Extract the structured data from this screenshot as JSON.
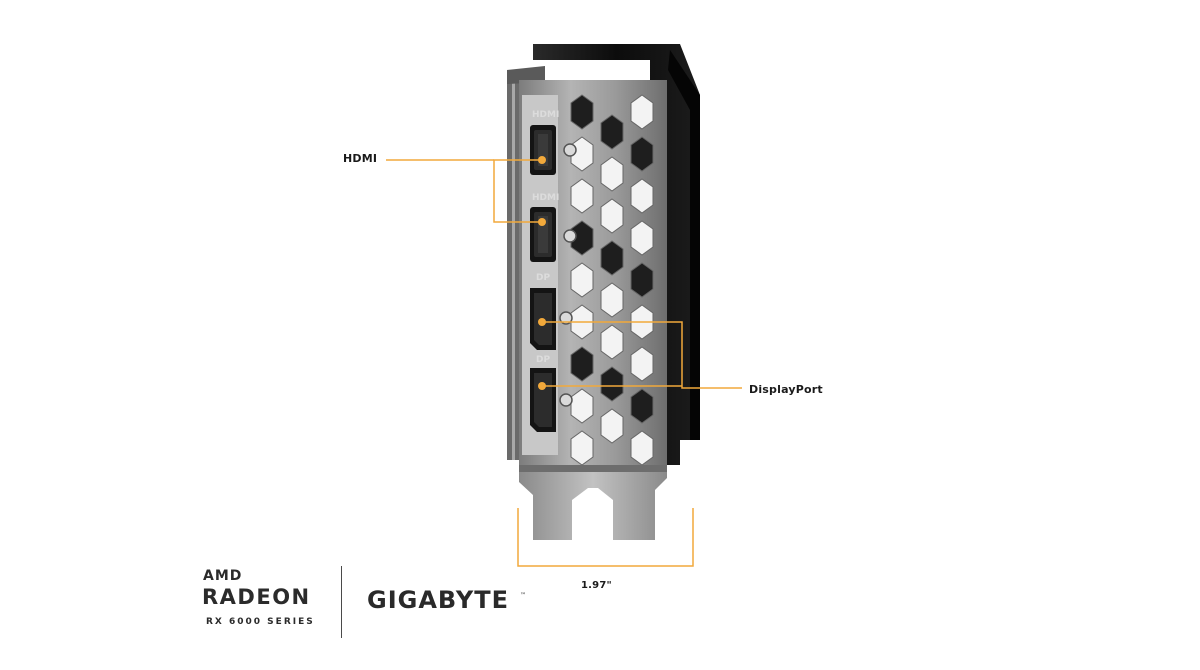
{
  "callouts": {
    "hdmi": "HDMI",
    "displayport": "DisplayPort",
    "bracket_width": "1.97\""
  },
  "port_labels": {
    "hdmi_1": "HDMI",
    "hdmi_2": "HDMI",
    "dp_1": "DP",
    "dp_2": "DP"
  },
  "branding": {
    "amd": "AMD",
    "radeon": "RADEON",
    "series": "RX 6000 SERIES",
    "gigabyte": "GIGABYTE",
    "trademark": "™"
  },
  "colors": {
    "accent_orange": "#f2a93b",
    "bracket_silver": "#8f8f8f",
    "card_black": "#111111"
  }
}
